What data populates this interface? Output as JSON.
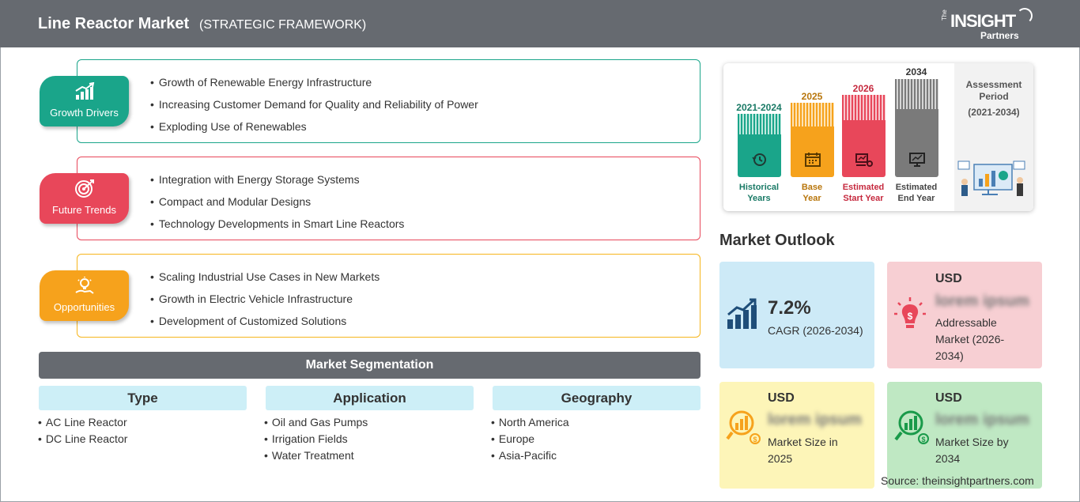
{
  "header": {
    "title": "Line Reactor Market",
    "subtitle": "(STRATEGIC FRAMEWORK)",
    "logo": {
      "the": "The",
      "main": "INSIGHT",
      "partners": "Partners"
    }
  },
  "groups": [
    {
      "label": "Growth Drivers",
      "icon": "bar-growth-icon",
      "color": "#1aa58a",
      "items": [
        "Growth of Renewable Energy Infrastructure",
        "Increasing Customer Demand for Quality and Reliability of Power",
        "Exploding Use of Renewables"
      ]
    },
    {
      "label": "Future Trends",
      "icon": "target-icon",
      "color": "#e8475a",
      "items": [
        "Integration with Energy Storage Systems",
        "Compact and Modular Designs",
        "Technology Developments in Smart Line Reactors"
      ]
    },
    {
      "label": "Opportunities",
      "icon": "idea-hand-icon",
      "color": "#f6a21c",
      "items": [
        "Scaling Industrial Use Cases in New Markets",
        "Growth in Electric Vehicle Infrastructure",
        "Development of Customized Solutions"
      ]
    }
  ],
  "segmentation": {
    "title": "Market Segmentation",
    "columns": [
      {
        "head": "Type",
        "items": [
          "AC Line Reactor",
          "DC Line Reactor"
        ]
      },
      {
        "head": "Application",
        "items": [
          "Oil and Gas Pumps",
          "Irrigation Fields",
          "Water Treatment"
        ]
      },
      {
        "head": "Geography",
        "items": [
          "North America",
          "Europe",
          "Asia-Pacific"
        ]
      }
    ]
  },
  "assessment": {
    "columns": [
      {
        "year": "2021-2024",
        "caption_1": "Historical",
        "caption_2": "Years",
        "color": "#1aa58a",
        "icon": "history-clock-icon"
      },
      {
        "year": "2025",
        "caption_1": "Base",
        "caption_2": "Year",
        "color": "#f6a21c",
        "icon": "calendar-icon"
      },
      {
        "year": "2026",
        "caption_1": "Estimated",
        "caption_2": "Start Year",
        "color": "#e8475a",
        "icon": "chart-start-icon"
      },
      {
        "year": "2034",
        "caption_1": "Estimated",
        "caption_2": "End Year",
        "color": "#7a7a7a",
        "icon": "monitor-chart-icon"
      }
    ],
    "period_label_1": "Assessment",
    "period_label_2": "Period",
    "period_range": "(2021-2034)"
  },
  "outlook": {
    "title": "Market Outlook",
    "cagr_value": "7.2%",
    "cagr_label": "CAGR (2026-2034)",
    "addressable": {
      "usd": "USD",
      "value": "lorem ipsum",
      "desc_1": "Addressable",
      "desc_2": "Market (2026-",
      "desc_3": "2034)"
    },
    "size_2025": {
      "usd": "USD",
      "value": "lorem ipsum",
      "desc_1": "Market Size in",
      "desc_2": "2025"
    },
    "size_2034": {
      "usd": "USD",
      "value": "lorem ipsum",
      "desc_1": "Market Size by",
      "desc_2": "2034"
    }
  },
  "source": "Source: theinsightpartners.com"
}
